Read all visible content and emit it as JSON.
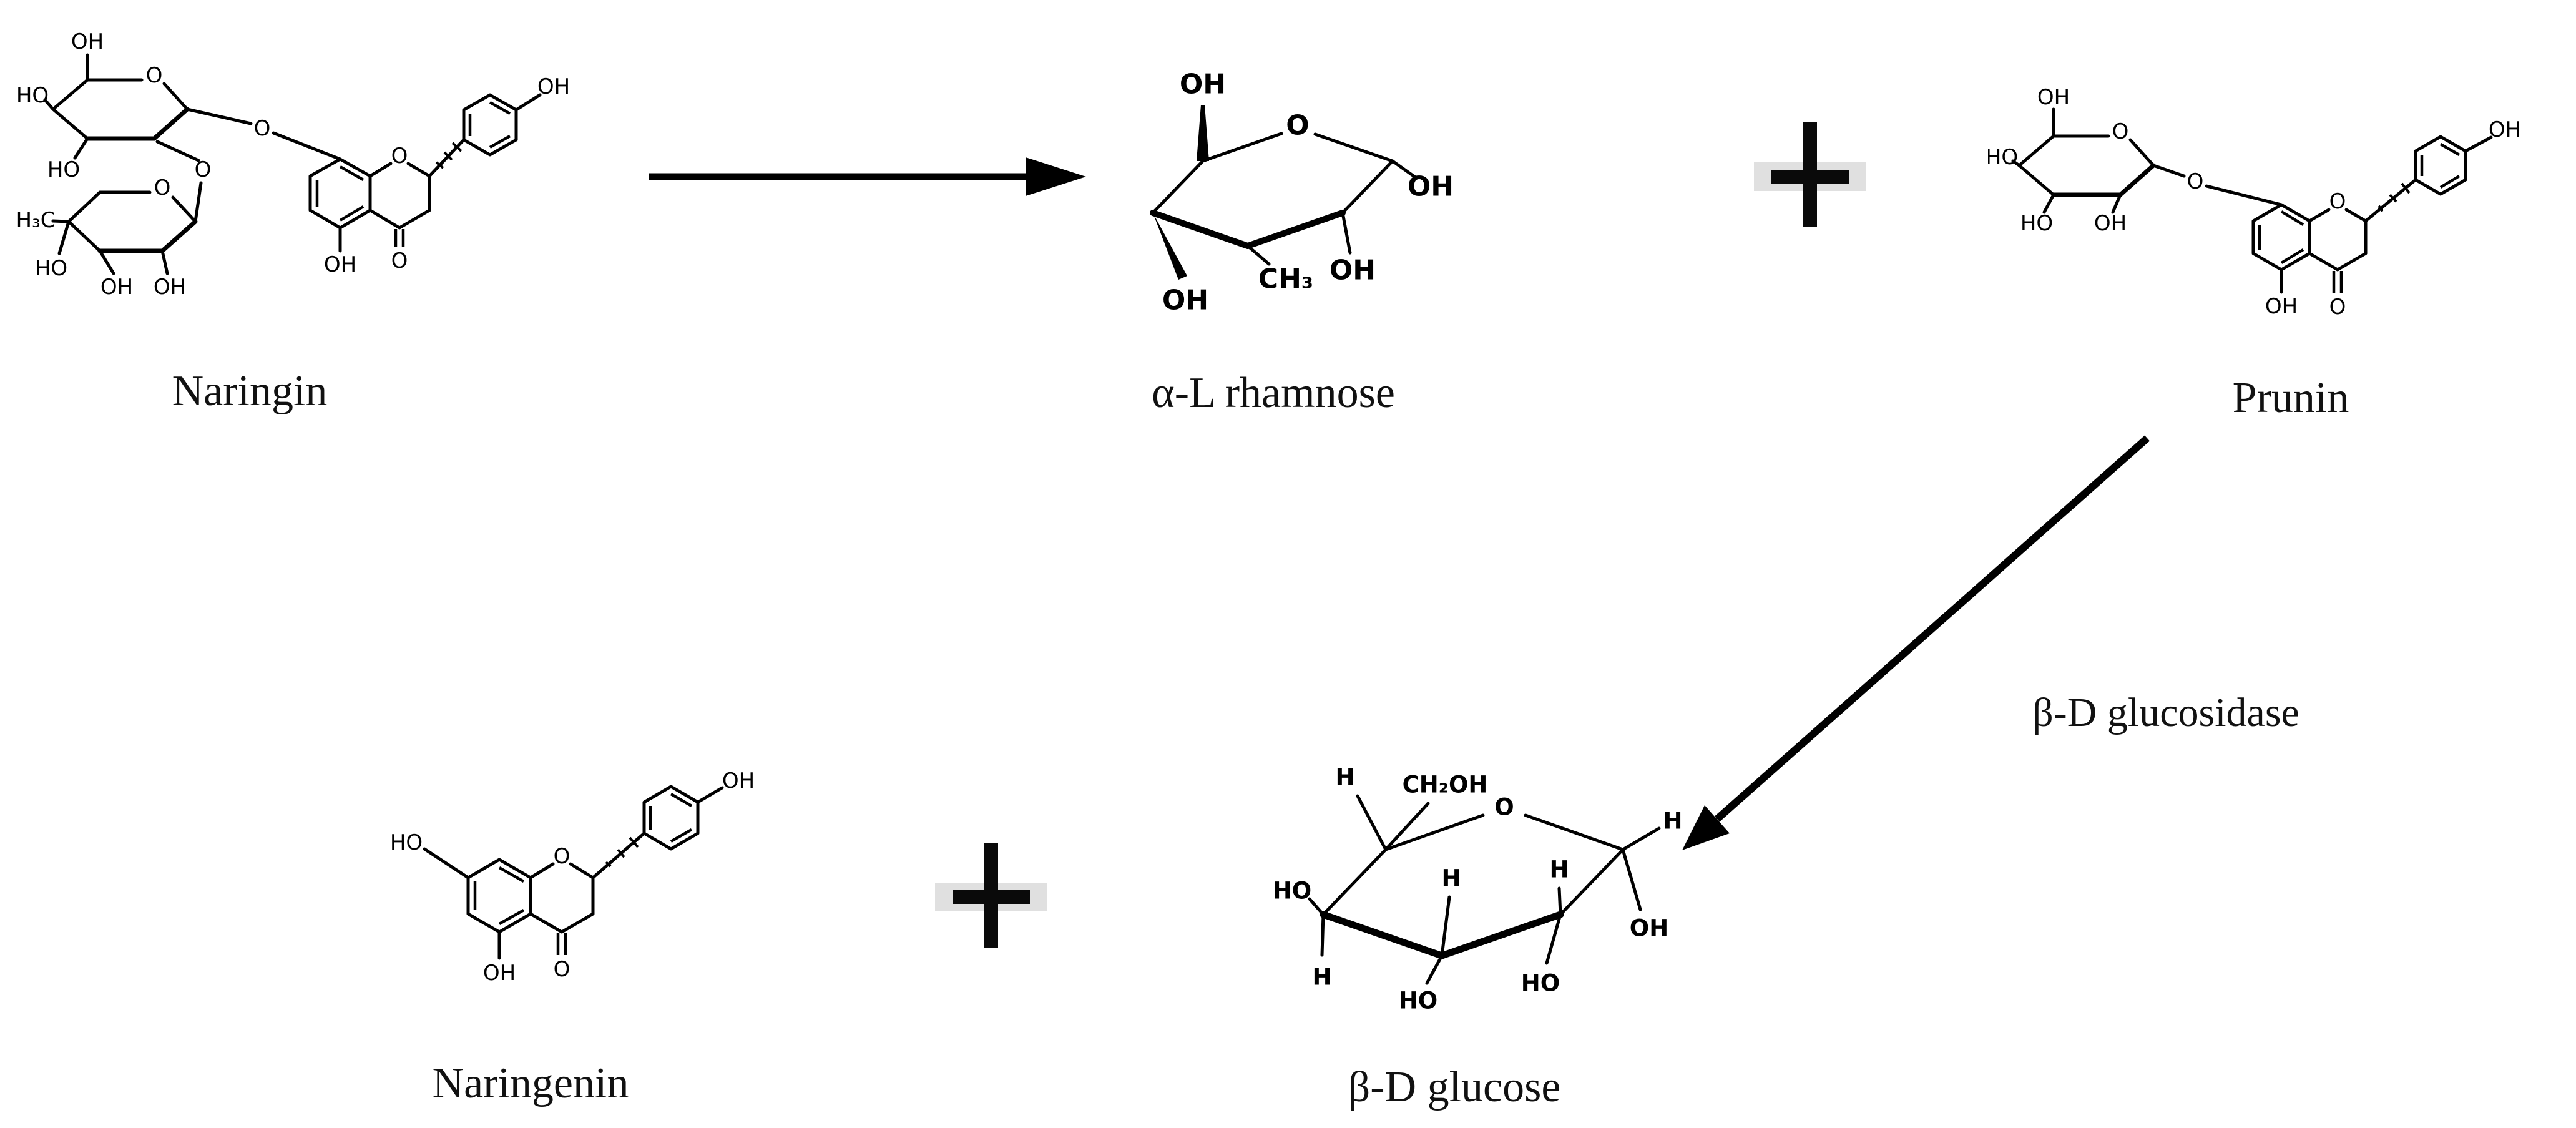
{
  "figure": {
    "type": "reaction-scheme",
    "background": "#ffffff",
    "labels": {
      "naringin": "Naringin",
      "rhamnose": "α-L rhamnose",
      "prunin": "Prunin",
      "naringenin": "Naringenin",
      "glucose": "β-D glucose",
      "enzyme": "β-D glucosidase"
    },
    "atoms": {
      "oh": "OH",
      "ho": "HO",
      "o": "O",
      "h": "H",
      "ch3": "CH₃",
      "h3c": "H₃C",
      "ch2oh": "CH₂OH"
    },
    "icons": {
      "plus": "+",
      "arrow_right": "→",
      "arrow_down_left": "↙"
    },
    "reactions": [
      {
        "reactant": "Naringin",
        "products": [
          "α-L rhamnose",
          "Prunin"
        ]
      },
      {
        "reactant": "Prunin",
        "enzyme": "β-D glucosidase",
        "products": [
          "β-D glucose",
          "Naringenin"
        ]
      }
    ],
    "colors": {
      "ink": "#000000",
      "plus_shadow": "#c6c6c6"
    }
  }
}
